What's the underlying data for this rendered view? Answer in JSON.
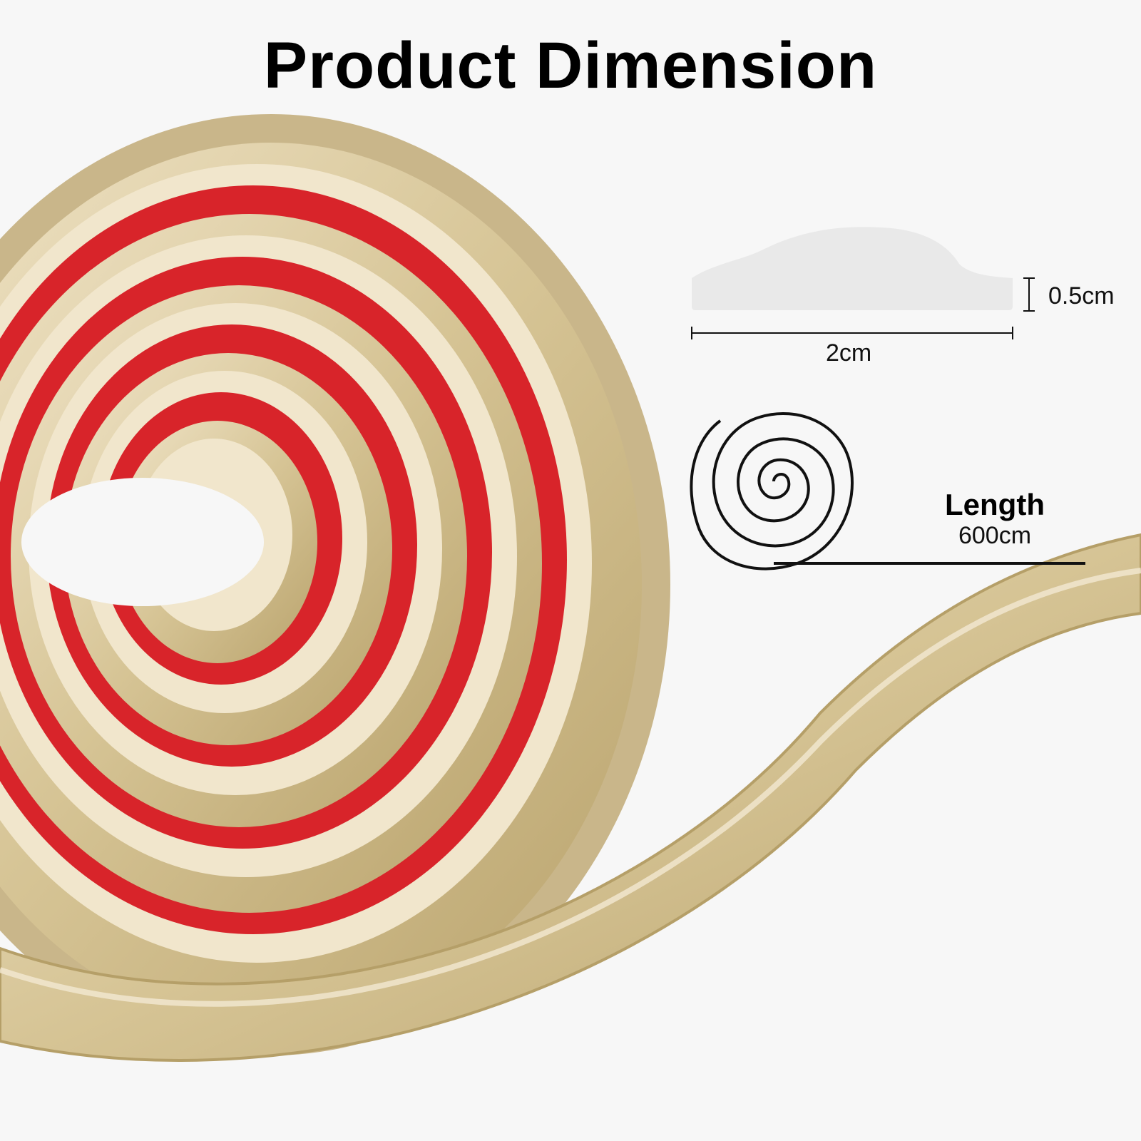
{
  "title": "Product Dimension",
  "dimensions": {
    "thickness": "0.5cm",
    "width": "2cm",
    "length_label": "Length",
    "length_value": "600cm"
  },
  "colors": {
    "background": "#f7f7f7",
    "trim_gold": "#d9c9a3",
    "trim_highlight": "#f1e6cc",
    "adhesive_red": "#d8242a",
    "profile_gray": "#e9e9e9",
    "line": "#111111"
  },
  "icons": [
    "cross-section-profile-icon",
    "coil-spiral-icon"
  ]
}
